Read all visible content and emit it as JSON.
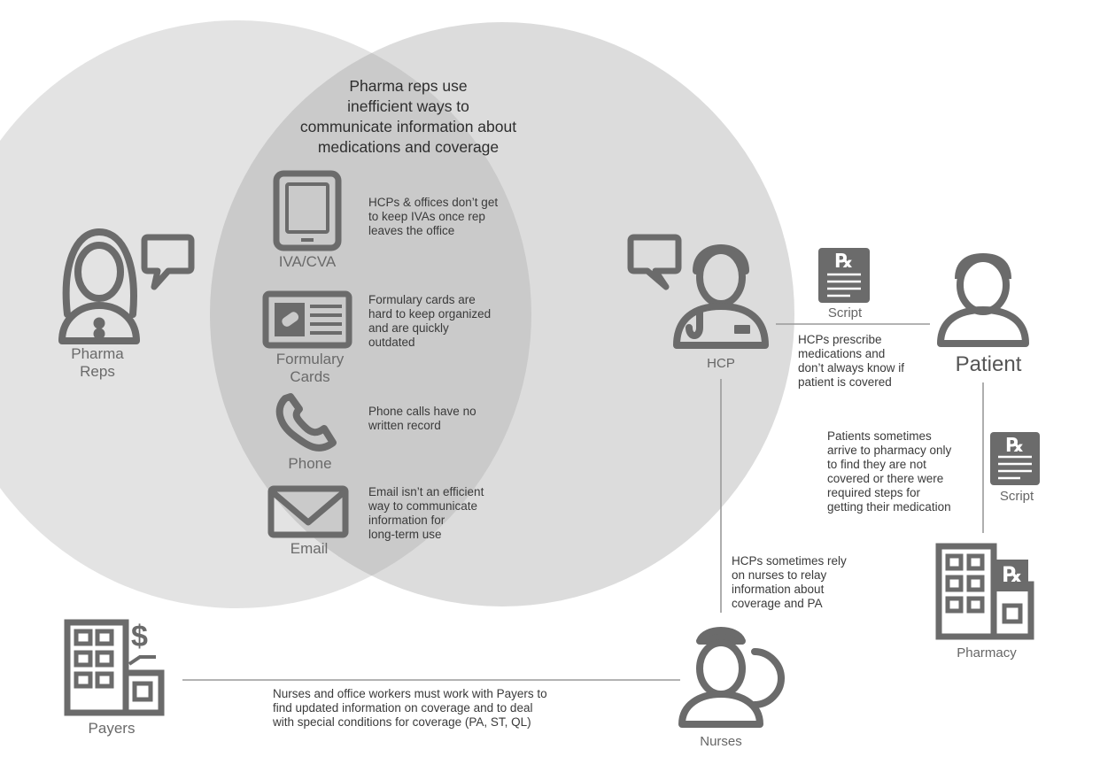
{
  "colors": {
    "circle_left": "#e3e3e3",
    "circle_right": "#dcdcdc",
    "overlap": "#cacaca",
    "icon": "#6b6b6b",
    "line": "#9a9a9a"
  },
  "header": {
    "title": "Pharma reps use\ninefficient ways to\ncommunicate information about\nmedications and coverage"
  },
  "channels": [
    {
      "icon": "tablet-icon",
      "label": "IVA/CVA",
      "note": "HCPs & offices don’t get\nto keep IVAs once rep\nleaves the office"
    },
    {
      "icon": "formulary-card-icon",
      "label": "Formulary\nCards",
      "note": "Formulary cards are\nhard to keep organized\nand are quickly\noutdated"
    },
    {
      "icon": "phone-icon",
      "label": "Phone",
      "note": "Phone calls have no\nwritten record"
    },
    {
      "icon": "envelope-icon",
      "label": "Email",
      "note": "Email isn’t an efficient\nway to communicate\ninformation for\nlong-term use"
    }
  ],
  "actors": {
    "pharma_reps": "Pharma\nReps",
    "hcp": "HCP",
    "patient": "Patient",
    "pharmacy": "Pharmacy",
    "payers": "Payers",
    "nurses": "Nurses"
  },
  "scripts": {
    "script_top": "Script",
    "script_right": "Script"
  },
  "notes": {
    "hcp_patient": "HCPs prescribe\nmedications and\ndon’t always know if\npatient is covered",
    "patient_pharmacy": "Patients sometimes\narrive to pharmacy only\nto find they are not\ncovered or there were\nrequired steps for\ngetting their medication",
    "hcp_nurses": "HCPs sometimes rely\non nurses to relay\ninformation about\ncoverage and PA",
    "nurses_payers": "Nurses and office workers must work with Payers to\nfind updated information on coverage and to deal\nwith special conditions for coverage (PA, ST, QL)"
  },
  "icon_glyphs": {
    "rx": "℞",
    "dollar": "$"
  }
}
